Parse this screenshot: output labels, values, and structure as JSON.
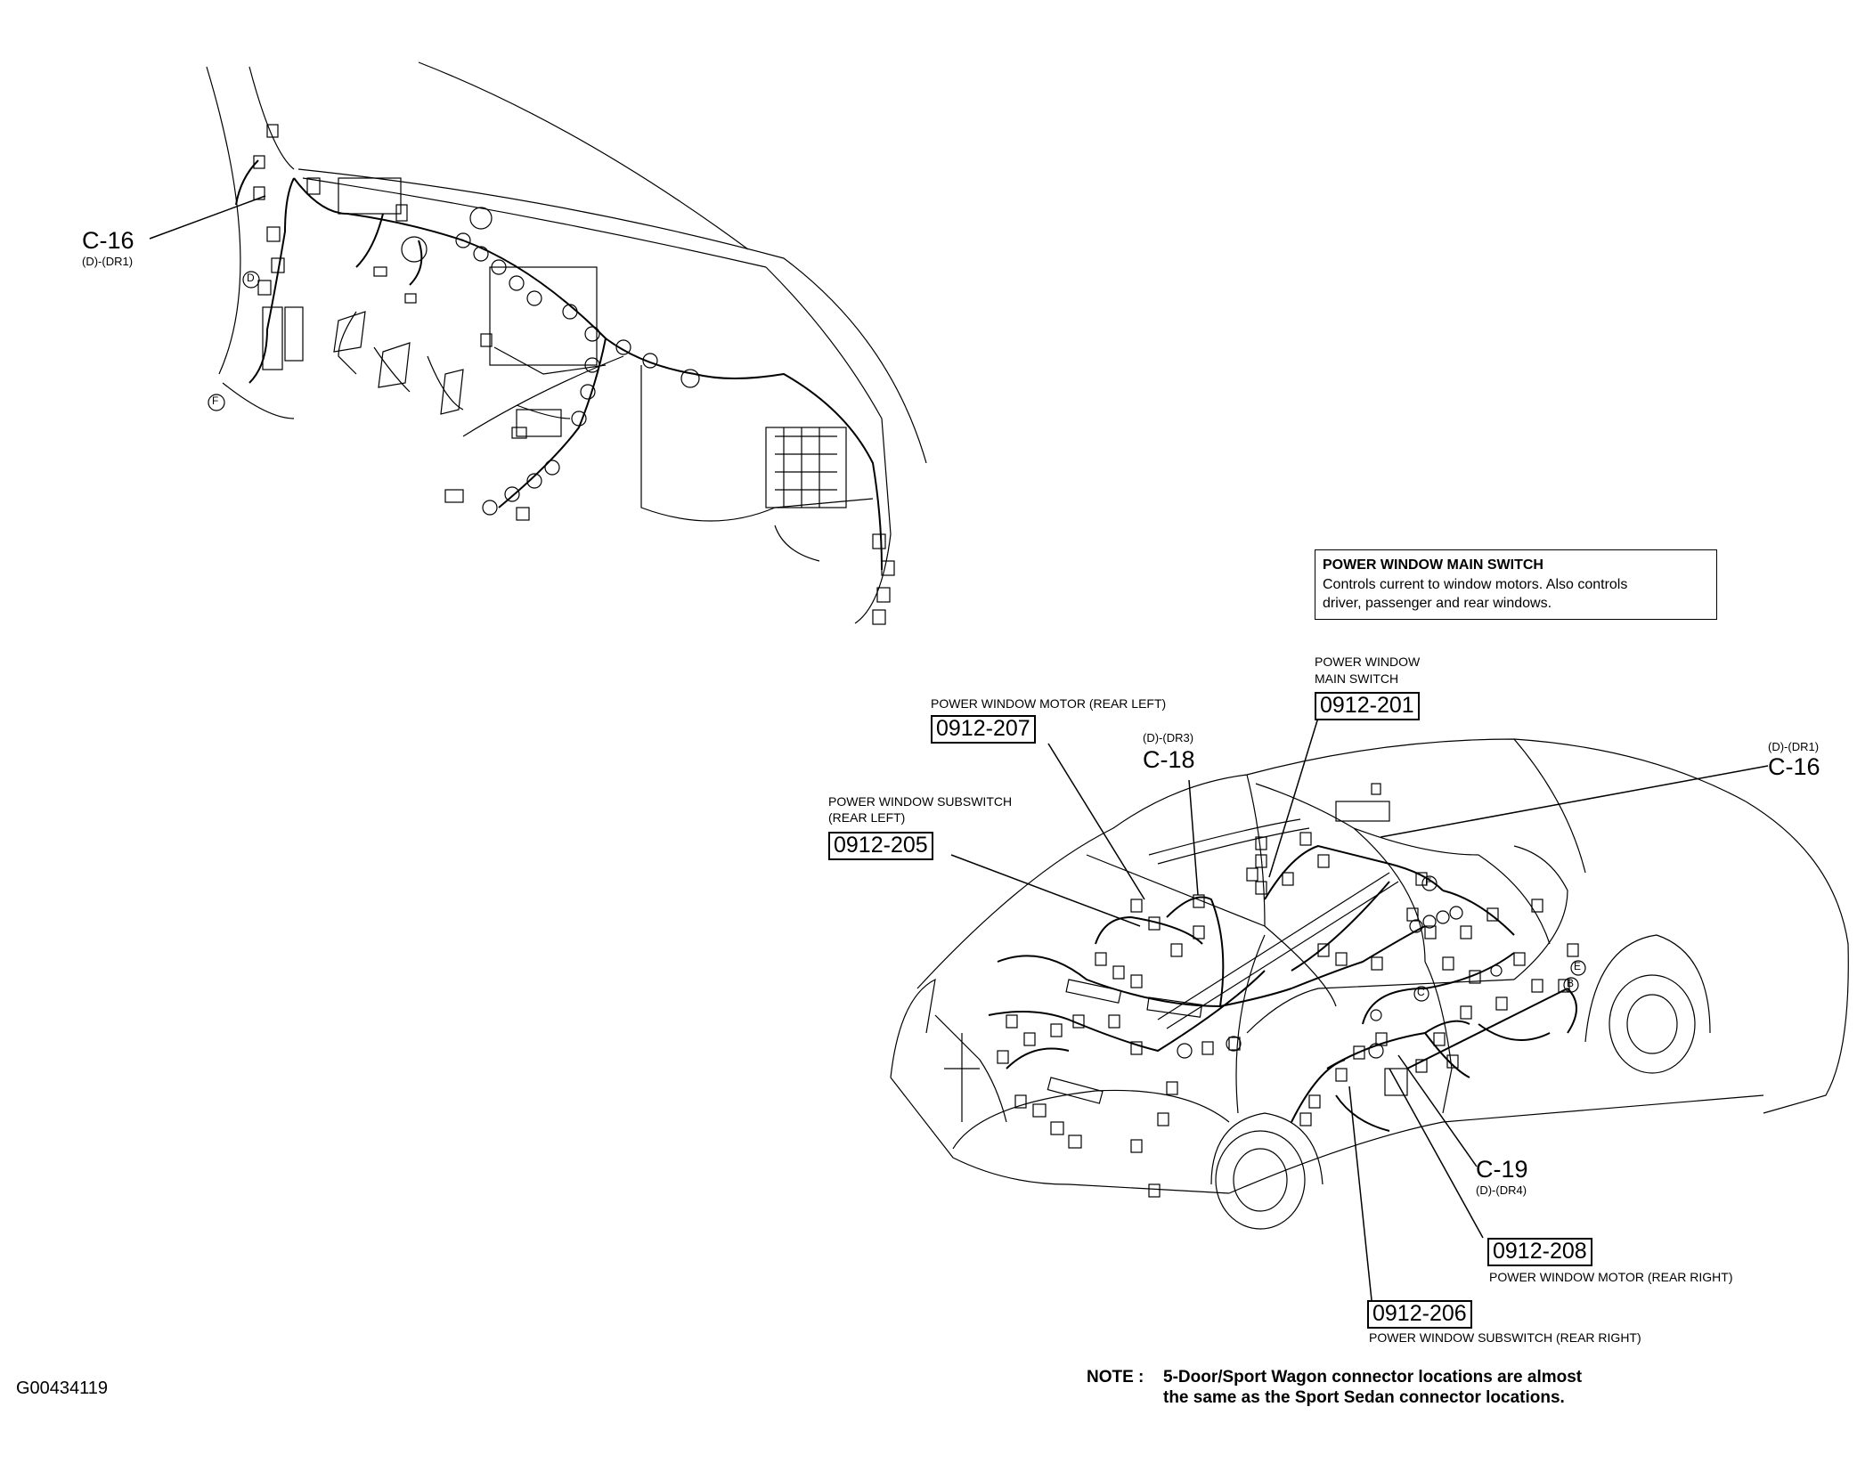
{
  "labels": {
    "c16_left": {
      "code": "C-16",
      "sub": "(D)-(DR1)"
    },
    "c16_right": {
      "code": "C-16",
      "sub": "(D)-(DR1)"
    },
    "c18": {
      "code": "C-18",
      "sub": "(D)-(DR3)"
    },
    "c19": {
      "code": "C-19",
      "sub": "(D)-(DR4)"
    },
    "markers": {
      "d": "D",
      "f_left": "F",
      "f_right": "F",
      "c": "C",
      "e": "E",
      "b": "B"
    }
  },
  "parts": {
    "p207": {
      "caption": "POWER WINDOW MOTOR (REAR LEFT)",
      "number": "0912-207"
    },
    "p205": {
      "caption_line1": "POWER WINDOW SUBSWITCH",
      "caption_line2": "(REAR LEFT)",
      "number": "0912-205"
    },
    "p201": {
      "caption_line1": "POWER WINDOW",
      "caption_line2": "MAIN SWITCH",
      "number": "0912-201"
    },
    "p208": {
      "caption": "POWER WINDOW MOTOR (REAR RIGHT)",
      "number": "0912-208"
    },
    "p206": {
      "caption": "POWER WINDOW SUBSWITCH (REAR RIGHT)",
      "number": "0912-206"
    }
  },
  "infobox": {
    "title": "POWER WINDOW MAIN SWITCH",
    "line1": "Controls current to window motors. Also controls",
    "line2": "driver, passenger and rear windows."
  },
  "note": {
    "key": "NOTE :",
    "line1": "5-Door/Sport Wagon connector locations are almost",
    "line2": "the same as the Sport Sedan connector locations."
  },
  "figure_id": "G00434119"
}
